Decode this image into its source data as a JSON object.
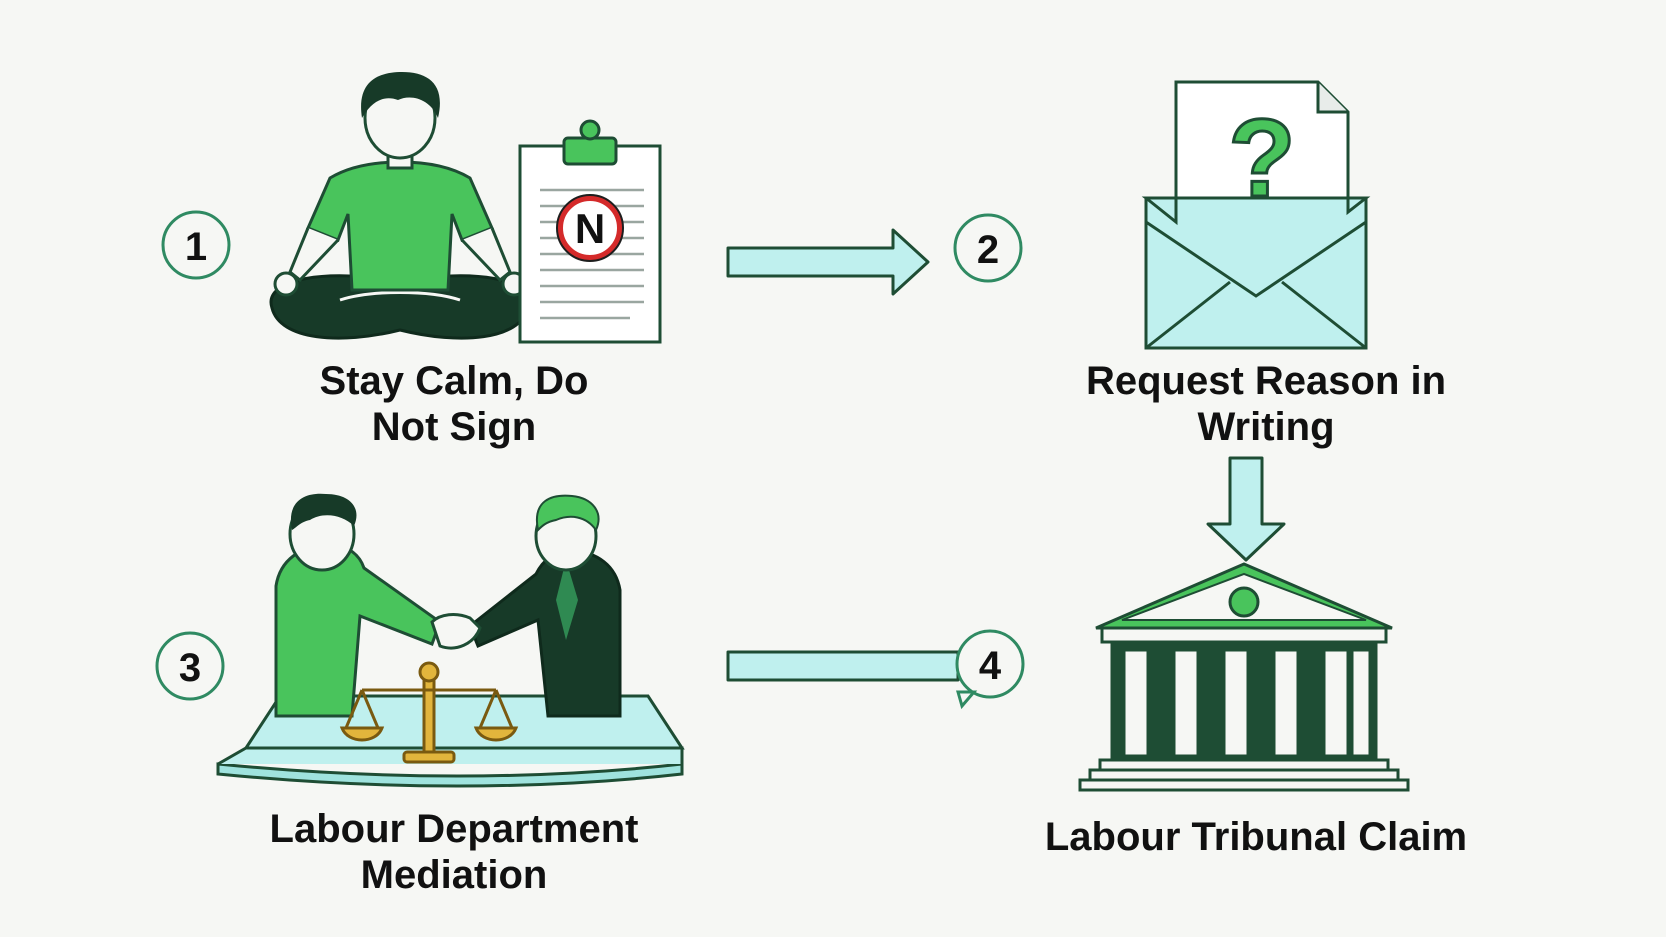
{
  "steps": [
    {
      "number": "1",
      "title_line1": "Stay Calm, Do",
      "title_line2": "Not Sign",
      "badge_letter": "N"
    },
    {
      "number": "2",
      "title_line1": "Request Reason in",
      "title_line2": "Writing",
      "envelope_mark": "?"
    },
    {
      "number": "3",
      "title_line1": "Labour Department",
      "title_line2": "Mediation"
    },
    {
      "number": "4",
      "title": "Labour Tribunal Claim"
    }
  ],
  "icons": {
    "step1": "meditating-person-and-clipboard-icon",
    "step2": "envelope-question-icon",
    "step3": "handshake-scales-icon",
    "step4": "courthouse-icon"
  },
  "colors": {
    "green": "#49c45c",
    "dark_green": "#1e4d34",
    "light_teal": "#bff0ee",
    "badge_red": "#d42a2a",
    "gold": "#e2b53c"
  }
}
